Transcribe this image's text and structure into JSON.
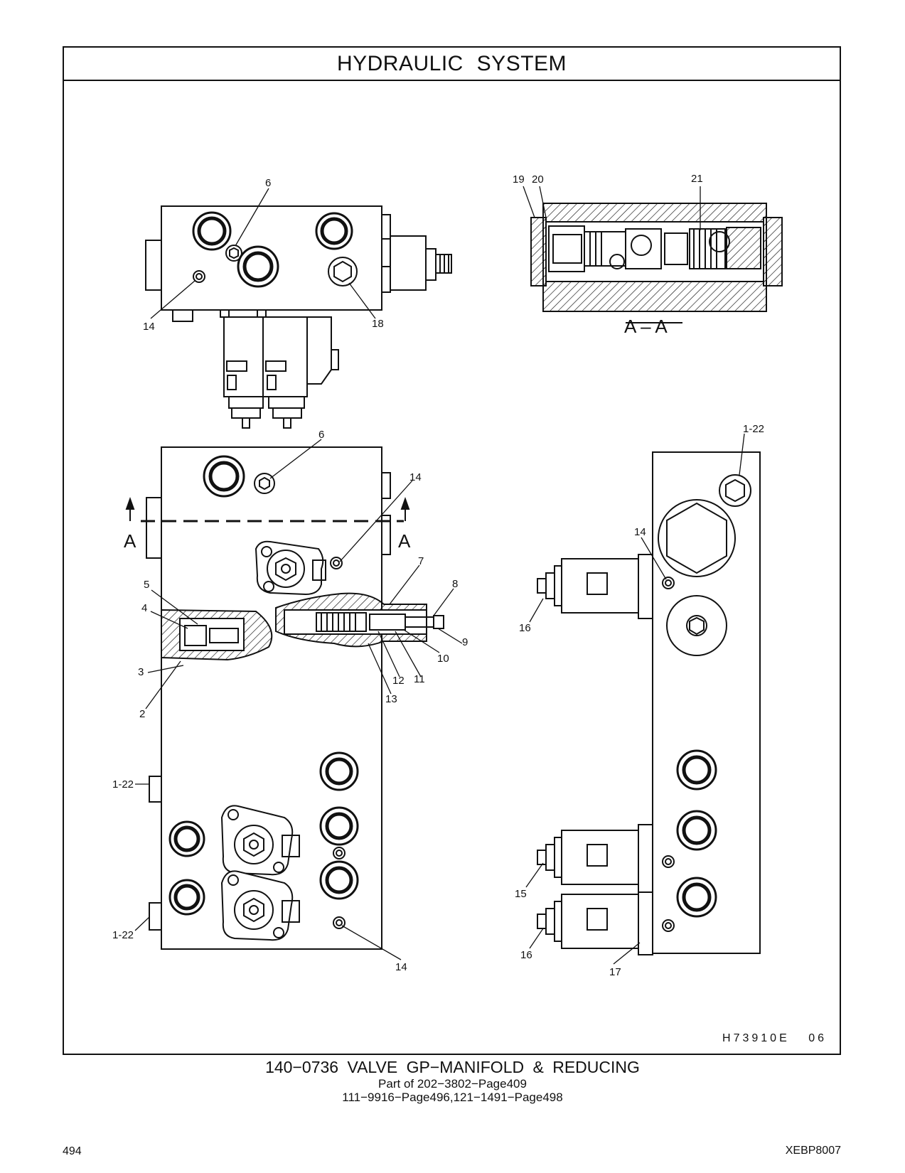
{
  "header": {
    "title": "HYDRAULIC   SYSTEM"
  },
  "figure": {
    "code": "H73910E   06",
    "section_label": "A – A",
    "section_arrow_letter": "A",
    "callouts": {
      "c6": "6",
      "c14": "14",
      "c18": "18",
      "c19": "19",
      "c20": "20",
      "c21": "21",
      "c1_22": "1-22",
      "c7": "7",
      "c8": "8",
      "c9": "9",
      "c10": "10",
      "c11": "11",
      "c12": "12",
      "c13": "13",
      "c5": "5",
      "c4": "4",
      "c3": "3",
      "c2": "2",
      "c15": "15",
      "c16": "16",
      "c17": "17"
    }
  },
  "caption": {
    "line1": "140−0736   VALVE  GP−MANIFOLD  &  REDUCING",
    "line2": "Part of 202−3802−Page409",
    "line3": "111−9916−Page496,121−1491−Page498"
  },
  "footer": {
    "page_number": "494",
    "doc_id": "XEBP8007"
  }
}
